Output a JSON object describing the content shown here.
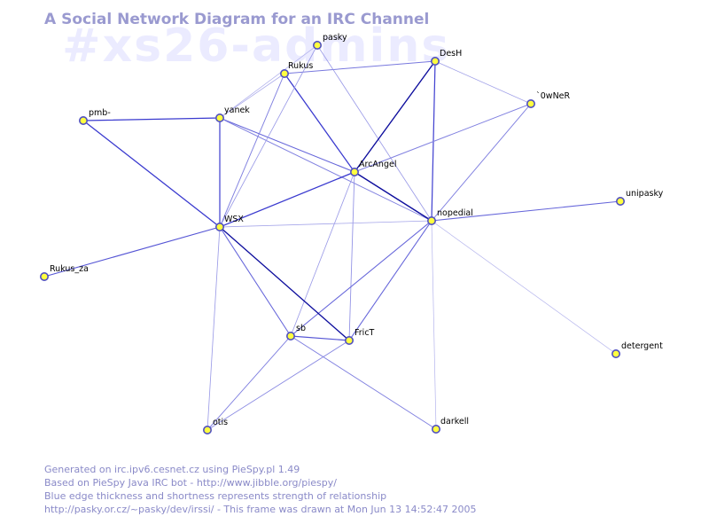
{
  "header": {
    "title": "A Social Network Diagram for an IRC Channel",
    "channel": "#xs26-admins"
  },
  "nodes": [
    {
      "id": "pasky",
      "label": "pasky"
    },
    {
      "id": "rukus",
      "label": "Rukus"
    },
    {
      "id": "desh",
      "label": "DesH"
    },
    {
      "id": "owner",
      "label": "`0wNeR"
    },
    {
      "id": "pmb",
      "label": "pmb-"
    },
    {
      "id": "yanek",
      "label": "yanek"
    },
    {
      "id": "arcangel",
      "label": "ArcAngel"
    },
    {
      "id": "unipasky",
      "label": "unipasky"
    },
    {
      "id": "nopedial",
      "label": "nopedial"
    },
    {
      "id": "wsx",
      "label": "WSX"
    },
    {
      "id": "rukus_za",
      "label": "Rukus_za"
    },
    {
      "id": "sb",
      "label": "sb"
    },
    {
      "id": "frict",
      "label": "FricT"
    },
    {
      "id": "detergent",
      "label": "detergent"
    },
    {
      "id": "otis",
      "label": "otis"
    },
    {
      "id": "darkell",
      "label": "darkell"
    }
  ],
  "edges": [
    {
      "from": "pmb",
      "to": "yanek",
      "strength": 0.85
    },
    {
      "from": "pmb",
      "to": "wsx",
      "strength": 0.85
    },
    {
      "from": "yanek",
      "to": "wsx",
      "strength": 0.8
    },
    {
      "from": "yanek",
      "to": "arcangel",
      "strength": 0.6
    },
    {
      "from": "yanek",
      "to": "nopedial",
      "strength": 0.45
    },
    {
      "from": "yanek",
      "to": "rukus",
      "strength": 0.2
    },
    {
      "from": "yanek",
      "to": "pasky",
      "strength": 0.2
    },
    {
      "from": "rukus",
      "to": "arcangel",
      "strength": 0.85
    },
    {
      "from": "rukus",
      "to": "desh",
      "strength": 0.5
    },
    {
      "from": "rukus",
      "to": "wsx",
      "strength": 0.45
    },
    {
      "from": "pasky",
      "to": "wsx",
      "strength": 0.3
    },
    {
      "from": "pasky",
      "to": "nopedial",
      "strength": 0.3
    },
    {
      "from": "desh",
      "to": "arcangel",
      "strength": 0.95
    },
    {
      "from": "desh",
      "to": "nopedial",
      "strength": 0.8
    },
    {
      "from": "desh",
      "to": "owner",
      "strength": 0.25
    },
    {
      "from": "owner",
      "to": "arcangel",
      "strength": 0.45
    },
    {
      "from": "owner",
      "to": "nopedial",
      "strength": 0.45
    },
    {
      "from": "arcangel",
      "to": "nopedial",
      "strength": 0.95
    },
    {
      "from": "arcangel",
      "to": "wsx",
      "strength": 0.85
    },
    {
      "from": "arcangel",
      "to": "frict",
      "strength": 0.35
    },
    {
      "from": "arcangel",
      "to": "sb",
      "strength": 0.3
    },
    {
      "from": "nopedial",
      "to": "unipasky",
      "strength": 0.6
    },
    {
      "from": "nopedial",
      "to": "wsx",
      "strength": 0.25
    },
    {
      "from": "nopedial",
      "to": "sb",
      "strength": 0.6
    },
    {
      "from": "nopedial",
      "to": "frict",
      "strength": 0.6
    },
    {
      "from": "nopedial",
      "to": "detergent",
      "strength": 0.15
    },
    {
      "from": "nopedial",
      "to": "darkell",
      "strength": 0.15
    },
    {
      "from": "wsx",
      "to": "rukus_za",
      "strength": 0.7
    },
    {
      "from": "wsx",
      "to": "frict",
      "strength": 0.95
    },
    {
      "from": "wsx",
      "to": "sb",
      "strength": 0.6
    },
    {
      "from": "wsx",
      "to": "otis",
      "strength": 0.3
    },
    {
      "from": "sb",
      "to": "frict",
      "strength": 0.7
    },
    {
      "from": "sb",
      "to": "otis",
      "strength": 0.45
    },
    {
      "from": "sb",
      "to": "darkell",
      "strength": 0.45
    },
    {
      "from": "frict",
      "to": "otis",
      "strength": 0.4
    }
  ],
  "footer": {
    "line1": "Generated on irc.ipv6.cesnet.cz using PieSpy.pl 1.49",
    "line2": "Based on PieSpy Java IRC bot - http://www.jibble.org/piespy/",
    "line3": "Blue edge thickness and shortness represents strength of relationship",
    "line4": "http://pasky.or.cz/~pasky/dev/irssi/ - This frame was drawn at Mon Jun 13 14:52:47 2005"
  },
  "colors": {
    "background": "#ffffff",
    "title": "#9a9ad0",
    "watermark": "#ebebff",
    "edge": "#2020c8",
    "edge_strong": "#000080",
    "node_fill": "#ffff40",
    "node_stroke": "#5050c0",
    "footer": "#8a8ac8"
  }
}
